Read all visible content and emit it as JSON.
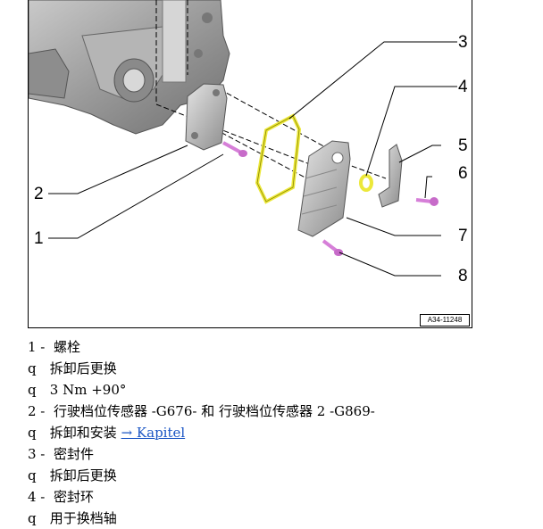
{
  "figure": {
    "id_label": "A34-11248",
    "callouts": [
      "1",
      "2",
      "3",
      "4",
      "5",
      "6",
      "7",
      "8"
    ],
    "colors": {
      "seal": "#ece83a",
      "bolt": "#d67fd8",
      "line": "#000000"
    }
  },
  "legend": {
    "item1": {
      "num": "1 -",
      "title": "螺栓",
      "notes": [
        "拆卸后更换",
        "3 Nm +90°"
      ]
    },
    "item2": {
      "num": "2 -",
      "title": "行驶档位传感器 -G676- 和 行驶档位传感器 2 -G869-",
      "note_text": "拆卸和安装",
      "link": "→ Kapitel"
    },
    "item3": {
      "num": "3 -",
      "title": "密封件",
      "notes": [
        "拆卸后更换"
      ]
    },
    "item4": {
      "num": "4 -",
      "title": "密封环",
      "notes": [
        "用于换档轴"
      ]
    },
    "bullet": "q"
  }
}
